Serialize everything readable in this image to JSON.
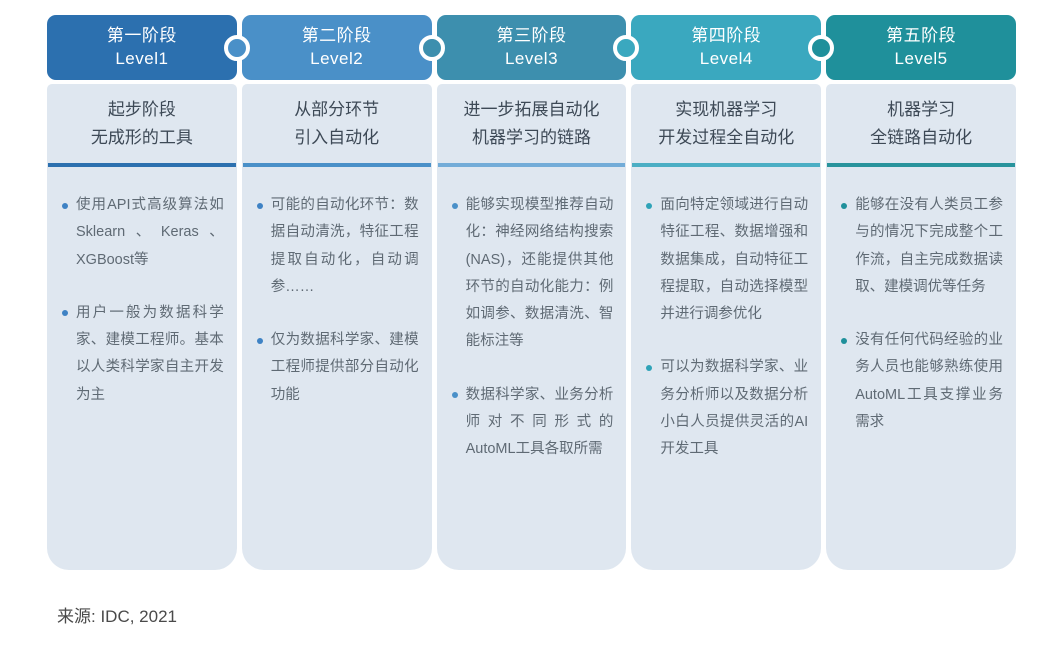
{
  "stages": [
    {
      "name_cn": "第一阶段",
      "level": "Level1",
      "subtitle_line1": "起步阶段",
      "subtitle_line2": "无成形的工具",
      "bullets": [
        "使用API式高级算法如Sklearn、Keras、XGBoost等",
        "用户一般为数据科学家、建模工程师。基本以人类科学家自主开发为主"
      ],
      "colors": {
        "header": "#2C70AF",
        "line": "#2C70AF",
        "bullet": "#3E82C4"
      }
    },
    {
      "name_cn": "第二阶段",
      "level": "Level2",
      "subtitle_line1": "从部分环节",
      "subtitle_line2": "引入自动化",
      "bullets": [
        "可能的自动化环节：数据自动清洗，特征工程提取自动化，自动调参……",
        "仅为数据科学家、建模工程师提供部分自动化功能"
      ],
      "colors": {
        "header": "#4A90C8",
        "line": "#4A90C8",
        "bullet": "#3E82C4"
      }
    },
    {
      "name_cn": "第三阶段",
      "level": "Level3",
      "subtitle_line1": "进一步拓展自动化",
      "subtitle_line2": "机器学习的链路",
      "bullets": [
        "能够实现模型推荐自动化：神经网络结构搜索(NAS)，还能提供其他环节的自动化能力：例如调参、数据清洗、智能标注等",
        "数据科学家、业务分析师对不同形式的AutoML工具各取所需"
      ],
      "colors": {
        "header": "#3D8FAE",
        "line": "#73ACD8",
        "bullet": "#4A90C8"
      }
    },
    {
      "name_cn": "第四阶段",
      "level": "Level4",
      "subtitle_line1": "实现机器学习",
      "subtitle_line2": "开发过程全自动化",
      "bullets": [
        "面向特定领域进行自动特征工程、数据增强和数据集成，自动特征工程提取，自动选择模型并进行调参优化",
        "可以为数据科学家、业务分析师以及数据分析小白人员提供灵活的AI开发工具"
      ],
      "colors": {
        "header": "#3AA8BF",
        "line": "#4BAEC4",
        "bullet": "#2FA3B8"
      }
    },
    {
      "name_cn": "第五阶段",
      "level": "Level5",
      "subtitle_line1": "机器学习",
      "subtitle_line2": "全链路自动化",
      "bullets": [
        "能够在没有人类员工参与的情况下完成整个工作流，自主完成数据读取、建模调优等任务",
        "没有任何代码经验的业务人员也能够熟练使用AutoML工具支撑业务需求"
      ],
      "colors": {
        "header": "#1F909B",
        "line": "#28939C",
        "bullet": "#1F909B"
      }
    }
  ],
  "footer": {
    "source": "来源: IDC, 2021"
  }
}
